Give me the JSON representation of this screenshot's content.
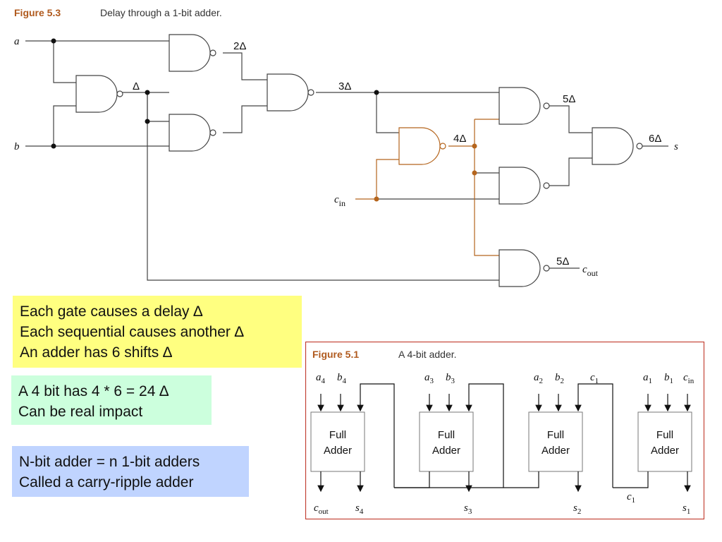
{
  "figure_5_3": {
    "number": "Figure 5.3",
    "caption": "Delay through a 1-bit adder.",
    "inputs": {
      "a": "a",
      "b": "b",
      "cin_base": "c",
      "cin_sub": "in"
    },
    "outputs": {
      "s": "s",
      "cout_base": "c",
      "cout_sub": "out"
    },
    "delays": {
      "d1": "Δ",
      "d2": "2Δ",
      "d3": "3Δ",
      "d4": "4Δ",
      "d5a": "5Δ",
      "d6": "6Δ",
      "d5b": "5Δ"
    },
    "colors": {
      "wire": "#444444",
      "carry": "#b5651d"
    }
  },
  "notes": {
    "note1": [
      "Each gate causes a delay ∆",
      "Each sequential causes another ∆",
      "An adder has 6 shifts ∆"
    ],
    "note2": [
      "A 4 bit has 4 * 6 = 24 ∆",
      "Can be real impact"
    ],
    "note3": [
      "N-bit adder = n 1-bit adders",
      "Called a carry-ripple adder"
    ]
  },
  "figure_5_1": {
    "number": "Figure 5.1",
    "caption": "A 4-bit adder.",
    "block_line1": "Full",
    "block_line2": "Adder",
    "stages": [
      {
        "a": "a",
        "a_sub": "4",
        "b": "b",
        "b_sub": "4",
        "s": "s",
        "s_sub": "4"
      },
      {
        "a": "a",
        "a_sub": "3",
        "b": "b",
        "b_sub": "3",
        "s": "s",
        "s_sub": "3"
      },
      {
        "a": "a",
        "a_sub": "2",
        "b": "b",
        "b_sub": "2",
        "s": "s",
        "s_sub": "2"
      },
      {
        "a": "a",
        "a_sub": "1",
        "b": "b",
        "b_sub": "1",
        "s": "s",
        "s_sub": "1"
      }
    ],
    "carry_labels": {
      "cout_base": "c",
      "cout_sub": "out",
      "c1_top_base": "c",
      "c1_top_sub": "1",
      "c1_bottom_base": "c",
      "c1_bottom_sub": "1",
      "cin_base": "c",
      "cin_sub": "in"
    },
    "border_color": "#c0392b"
  }
}
